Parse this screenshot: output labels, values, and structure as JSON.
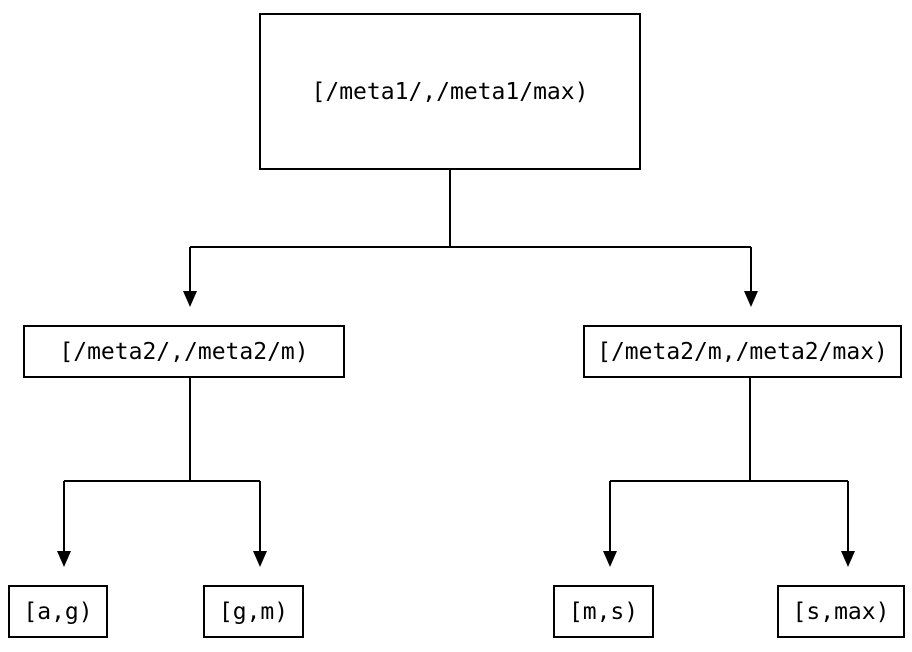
{
  "diagram": {
    "type": "tree",
    "background_color": "#ffffff",
    "line_color": "#000000",
    "box_border_color": "#000000",
    "nodes": {
      "root": {
        "label": "[/meta1/,/meta1/max)"
      },
      "left": {
        "label": "[/meta2/,/meta2/m)"
      },
      "right": {
        "label": "[/meta2/m,/meta2/max)"
      },
      "leaf_ag": {
        "label": "[a,g)"
      },
      "leaf_gm": {
        "label": "[g,m)"
      },
      "leaf_ms": {
        "label": "[m,s)"
      },
      "leaf_smax": {
        "label": "[s,max)"
      }
    },
    "edges": [
      {
        "from": "root",
        "to": "left"
      },
      {
        "from": "root",
        "to": "right"
      },
      {
        "from": "left",
        "to": "leaf_ag"
      },
      {
        "from": "left",
        "to": "leaf_gm"
      },
      {
        "from": "right",
        "to": "leaf_ms"
      },
      {
        "from": "right",
        "to": "leaf_smax"
      }
    ]
  }
}
